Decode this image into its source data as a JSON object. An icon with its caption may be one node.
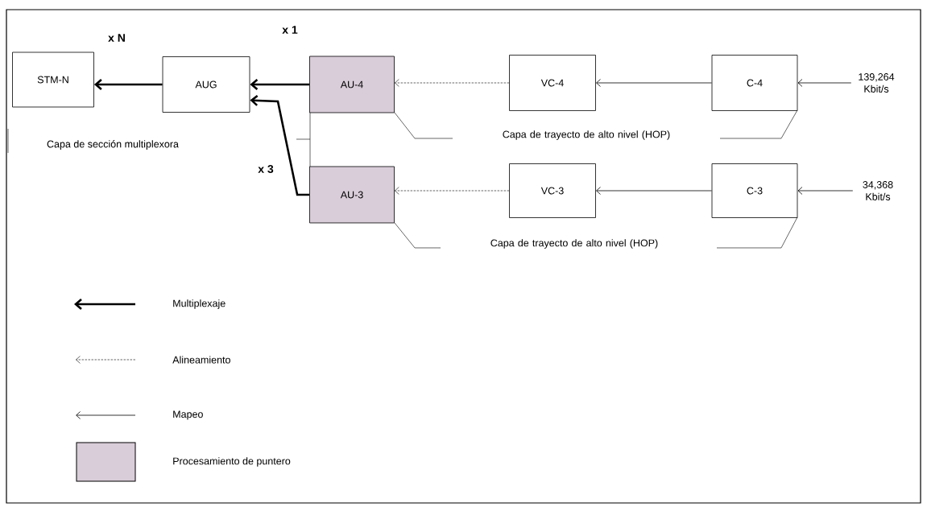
{
  "diagram": {
    "nodes": [
      {
        "text": [
          "STM-N"
        ]
      },
      {
        "text": [
          "AUG"
        ]
      },
      {
        "text": [
          "AU-4"
        ]
      },
      {
        "text": [
          "VC-4"
        ]
      },
      {
        "text": [
          "C-4"
        ]
      },
      {
        "text": [
          "AU-3"
        ]
      },
      {
        "text": [
          "VC-3"
        ]
      },
      {
        "text": [
          "C-3"
        ]
      },
      {
        "text": [
          "139,264 Kbit/s"
        ]
      },
      {
        "text": [
          "34,368 Kbit/s"
        ]
      }
    ],
    "edges": [
      {
        "from": 8,
        "to": 4,
        "arrow": "to"
      },
      {
        "from": 4,
        "to": 3,
        "arrow": "to"
      },
      {
        "from": 3,
        "to": 2,
        "arrow": "to",
        "style": "dashed"
      },
      {
        "from": 2,
        "to": 1,
        "arrow": "to",
        "style": "thick"
      },
      {
        "from": 9,
        "to": 7,
        "arrow": "to"
      },
      {
        "from": 7,
        "to": 6,
        "arrow": "to"
      },
      {
        "from": 6,
        "to": 5,
        "arrow": "to",
        "style": "dashed"
      },
      {
        "from": 5,
        "to": 1,
        "arrow": "to",
        "style": "thick"
      },
      {
        "from": 1,
        "to": 0,
        "arrow": "to",
        "style": "thick"
      }
    ],
    "labels": [
      "x N",
      "x 1",
      "Capa de sección multiplexora",
      "x 3",
      "Capa de trayecto de alto nivel (HOP)",
      "Capa de trayecto de alto nivel (HOP)"
    ],
    "legend": [
      {
        "text": "Multiplexaje"
      },
      {
        "text": "Alineamiento"
      },
      {
        "text": "Mapeo"
      },
      {
        "text": "Procesamiento de puntero",
        "color": "#d9cdd9"
      }
    ]
  }
}
